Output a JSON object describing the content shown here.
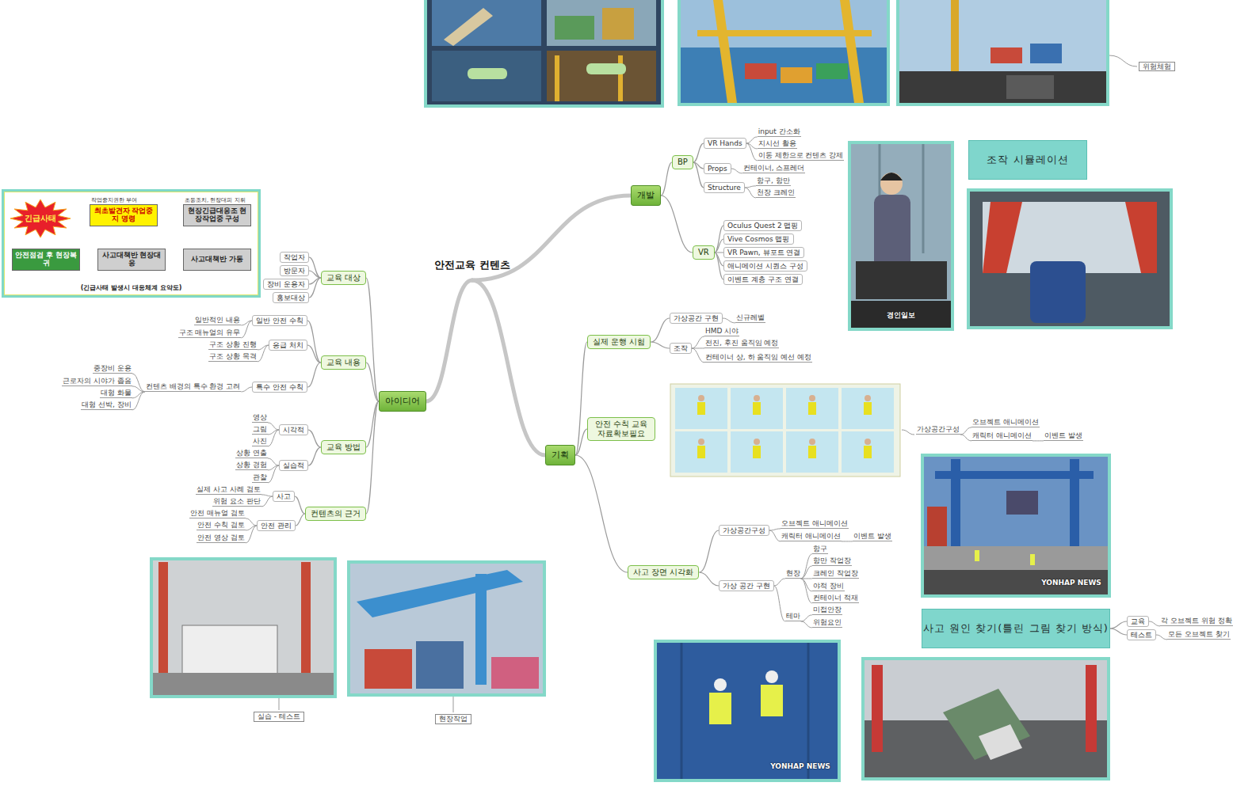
{
  "diagram": {
    "title": "안전교육 컨텐츠",
    "nodes": [
      {
        "text": [
          "(긴급사태 발생시 대응체계 요약도)"
        ]
      },
      {
        "text": [
          "긴급사태"
        ],
        "in": 0
      },
      {
        "text": [
          "작업중지권한 부여",
          "최초발견자 작업중지 명령"
        ],
        "in": 0
      },
      {
        "text": [
          "초동조치, 현장대피 지휘",
          "현장긴급대응조 현장작업중 구성"
        ],
        "in": 0
      },
      {
        "text": [
          "사고대책반 가동"
        ],
        "in": 0
      },
      {
        "text": [
          "사고대책반 현장대응"
        ],
        "in": 0
      },
      {
        "text": [
          "안전점검 후 현장복귀"
        ],
        "in": 0
      },
      {
        "text": [
          "아이디어"
        ]
      },
      {
        "text": [
          "교육 대상"
        ]
      },
      {
        "text": [
          "작업자"
        ]
      },
      {
        "text": [
          "방문자"
        ]
      },
      {
        "text": [
          "장비 운용자"
        ]
      },
      {
        "text": [
          "홍보대상"
        ]
      },
      {
        "text": [
          "교육 내용"
        ]
      },
      {
        "text": [
          "일반 안전 수칙"
        ]
      },
      {
        "text": [
          "응급 처치"
        ]
      },
      {
        "text": [
          "특수 안전 수칙"
        ]
      },
      {
        "text": [
          "교육 방법"
        ]
      },
      {
        "text": [
          "시각적"
        ]
      },
      {
        "text": [
          "실습적"
        ]
      },
      {
        "text": [
          "컨텐츠의 근거"
        ]
      },
      {
        "text": [
          "사고"
        ]
      },
      {
        "text": [
          "안전 관리"
        ]
      },
      {
        "text": [
          "개발"
        ]
      },
      {
        "text": [
          "BP"
        ]
      },
      {
        "text": [
          "VR Hands"
        ]
      },
      {
        "text": [
          "Props"
        ]
      },
      {
        "text": [
          "Structure"
        ]
      },
      {
        "text": [
          "VR"
        ]
      },
      {
        "text": [
          "Oculus Quest 2 맵핑"
        ]
      },
      {
        "text": [
          "Vive Cosmos 맵핑"
        ]
      },
      {
        "text": [
          "VR Pawn, 뷰포트 연결"
        ]
      },
      {
        "text": [
          "애니메이션 시퀀스 구성"
        ]
      },
      {
        "text": [
          "이벤트 계층 구조 연결"
        ]
      },
      {
        "text": [
          "조작 시뮬레이션"
        ]
      },
      {
        "text": [
          "기획"
        ]
      },
      {
        "text": [
          "실제 운행 시험"
        ]
      },
      {
        "text": [
          "가상공간 구현"
        ]
      },
      {
        "text": [
          "조작"
        ]
      },
      {
        "text": [
          "안전 수칙 교육 자료확보필요"
        ]
      },
      {
        "text": [
          "사고 장면 시각화"
        ]
      },
      {
        "text": [
          "가상공간구성"
        ]
      },
      {
        "text": [
          "가상 공간 구현"
        ]
      },
      {
        "text": [
          "사고 원인 찾기(틀린 그림 찾기 방식)"
        ]
      },
      {
        "text": [
          "교육"
        ]
      },
      {
        "text": [
          "테스트"
        ]
      }
    ],
    "edges": [
      {
        "from": 1,
        "to": 2,
        "arrow": "to"
      },
      {
        "from": 2,
        "to": 3,
        "arrow": "to"
      },
      {
        "from": 3,
        "to": 4,
        "arrow": "to"
      },
      {
        "from": 4,
        "to": 5,
        "arrow": "to"
      },
      {
        "from": 5,
        "to": 6,
        "arrow": "to"
      },
      {
        "from": 7,
        "to": 8,
        "arrow": "none"
      },
      {
        "from": 8,
        "to": 9,
        "arrow": "none"
      },
      {
        "from": 8,
        "to": 10,
        "arrow": "none"
      },
      {
        "from": 8,
        "to": 11,
        "arrow": "none"
      },
      {
        "from": 8,
        "to": 12,
        "arrow": "none"
      },
      {
        "from": 7,
        "to": 13,
        "arrow": "none"
      },
      {
        "from": 13,
        "to": 14,
        "arrow": "none"
      },
      {
        "from": 13,
        "to": 15,
        "arrow": "none"
      },
      {
        "from": 13,
        "to": 16,
        "arrow": "none"
      },
      {
        "from": 7,
        "to": 17,
        "arrow": "none"
      },
      {
        "from": 17,
        "to": 18,
        "arrow": "none"
      },
      {
        "from": 17,
        "to": 19,
        "arrow": "none"
      },
      {
        "from": 7,
        "to": 20,
        "arrow": "none"
      },
      {
        "from": 20,
        "to": 21,
        "arrow": "none"
      },
      {
        "from": 20,
        "to": 22,
        "arrow": "none"
      },
      {
        "from": 23,
        "to": 24,
        "arrow": "none"
      },
      {
        "from": 24,
        "to": 25,
        "arrow": "none"
      },
      {
        "from": 24,
        "to": 26,
        "arrow": "none"
      },
      {
        "from": 24,
        "to": 27,
        "arrow": "none"
      },
      {
        "from": 23,
        "to": 28,
        "arrow": "none"
      },
      {
        "from": 28,
        "to": 29,
        "arrow": "none"
      },
      {
        "from": 28,
        "to": 30,
        "arrow": "none"
      },
      {
        "from": 28,
        "to": 31,
        "arrow": "none"
      },
      {
        "from": 28,
        "to": 32,
        "arrow": "none"
      },
      {
        "from": 28,
        "to": 33,
        "arrow": "none"
      },
      {
        "from": 35,
        "to": 36,
        "arrow": "none"
      },
      {
        "from": 36,
        "to": 37,
        "arrow": "none"
      },
      {
        "from": 36,
        "to": 38,
        "arrow": "none"
      },
      {
        "from": 35,
        "to": 39,
        "arrow": "none"
      },
      {
        "from": 35,
        "to": 40,
        "arrow": "none"
      },
      {
        "from": 40,
        "to": 41,
        "arrow": "none"
      },
      {
        "from": 40,
        "to": 42,
        "arrow": "none"
      },
      {
        "from": 43,
        "to": 44,
        "arrow": "none"
      },
      {
        "from": 43,
        "to": 45,
        "arrow": "none"
      }
    ],
    "labels": [
      "일반적인 내용",
      "구조 매뉴얼의 유무",
      "구조 상황 진행",
      "구조 상황 목격",
      "컨텐츠 배경의 특수 환경 고려",
      "중장비 운용",
      "근로자의 시야가 좁음",
      "대형 화물",
      "대형 선박, 장비",
      "영상",
      "그림",
      "사진",
      "상황 연출",
      "상황 경험",
      "관찰",
      "실제 사고 사례 검토",
      "위험 요소 판단",
      "안전 매뉴얼 검토",
      "안전 수칙 검토",
      "안전 영상 검토",
      "실습 - 테스트",
      "현장작업",
      "위험체험",
      "input 간소화",
      "지시선 활용",
      "이동 제한으로 컨텐츠 강제",
      "컨테이너, 스프레더",
      "항구, 항만",
      "천장 크레인",
      "신규레벨",
      "HMD 시야",
      "전진, 후진 움직임 예정",
      "컨테이너 상, 하 움직임 예선 예정",
      "가상공간구성",
      "오브젝트 애니메이션",
      "캐릭터 애니메이션",
      "이벤트 발생",
      "오브젝트 애니메이션",
      "캐릭터 애니메이션",
      "이벤트 발생",
      "현장",
      "테마",
      "항구",
      "항만 작업장",
      "크레인 작업장",
      "야적 장비",
      "컨테이너 적재",
      "미접안장",
      "위험요인",
      "각 오브젝트 위험 정확",
      "모든 오브젝트 찾기",
      "경인일보",
      "YONHAP NEWS",
      "YONHAP NEWS"
    ]
  }
}
